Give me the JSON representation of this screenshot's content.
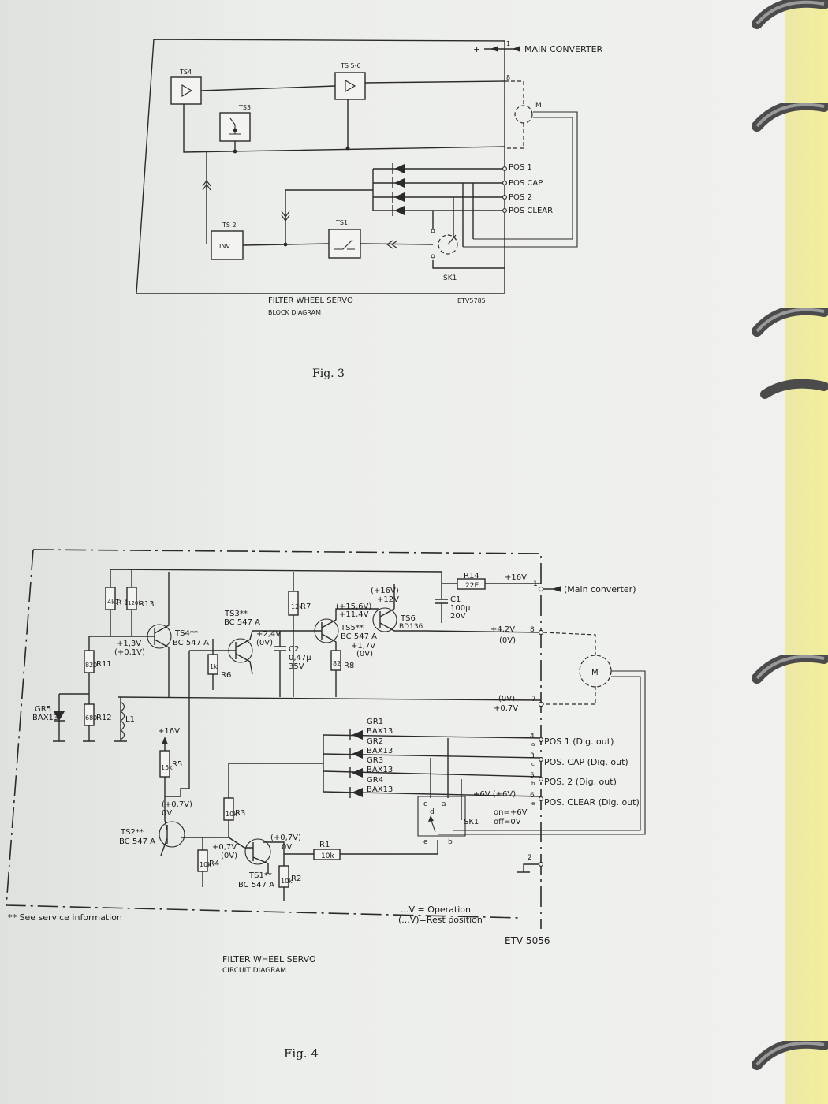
{
  "fig3": {
    "caption": "Fig. 3",
    "title": "FILTER WHEEL SERVO",
    "subtitle": "BLOCK DIAGRAM",
    "code": "ETV5785",
    "main_converter": "MAIN CONVERTER",
    "pin_1": "1",
    "pin_8": "8",
    "motor": "M",
    "plus": "+",
    "ts4": "TS4",
    "ts56": "TS 5-6",
    "ts3": "TS3",
    "ts2": "TS 2",
    "inv": "INV.",
    "ts1": "TS1",
    "sk1": "SK1",
    "outputs": [
      "POS 1",
      "POS CAP",
      "POS 2",
      "POS CLEAR"
    ]
  },
  "fig4": {
    "caption": "Fig. 4",
    "title": "FILTER WHEEL SERVO",
    "subtitle": "CIRCUIT DIAGRAM",
    "code": "ETV 5056",
    "footnote": "** See service information",
    "legend_1": "...V = Operation",
    "legend_2": "(...V)=Rest position",
    "main_converter": "(Main converter)",
    "r14": "R14",
    "r14_val": "22E",
    "plus16": "+16V",
    "c1": "C1",
    "c1_val": "100μ",
    "c1_v": "20V",
    "ts6": "TS6",
    "ts6_type": "BD136",
    "v_16a": "(+16V)",
    "v_12": "+12V",
    "v_15_6": "(+15,6V)",
    "v_11_4": "+11,4V",
    "ts5": "TS5**",
    "ts5_type": "BC 547 A",
    "v_1_7": "+1,7V",
    "v_0_ts5": "(0V)",
    "r7": "R7",
    "r7_val": "12k",
    "ts3": "TS3**",
    "ts3_type": "BC 547 A",
    "v_2_4": "+2,4V",
    "v_0_ts3": "(0V)",
    "c2": "C2",
    "c2_val": "0,47μ",
    "c2_v": "35V",
    "r8": "R8",
    "r8_val": "82",
    "ts4": "TS4**",
    "ts4_type": "BC 547 A",
    "v_1_3": "+1,3V",
    "v_0_1": "(+0,1V)",
    "r10": "R 10",
    "r10_val": "4k7",
    "r13": "R13",
    "r13_val": "120k",
    "r11": "R11",
    "r11_val": "820",
    "r6": "R6",
    "r6_val": "1k",
    "gr5": "GR5",
    "gr5_type": "BAX13",
    "r12": "R12",
    "r12_val": "680",
    "l1": "L1",
    "v_4_2": "+4,2V",
    "v_0_8": "(0V)",
    "pin_1": "1",
    "pin_8": "8",
    "pin_7": "7",
    "pin_2": "2",
    "motor": "M",
    "v_0_7p": "(0V)",
    "v_0_7": "+0,7V",
    "r5": "R5",
    "r5_val": "15k",
    "v_16b": "+16V",
    "gr1": "GR1",
    "gr2": "GR2",
    "gr3": "GR3",
    "gr4": "GR4",
    "bax": "BAX13",
    "outputs": [
      {
        "pin": "4",
        "sw": "a",
        "label": "POS 1 (Dig. out)"
      },
      {
        "pin": "3",
        "sw": "c",
        "label": "POS. CAP (Dig. out)"
      },
      {
        "pin": "5",
        "sw": "b",
        "label": "POS. 2 (Dig. out)"
      },
      {
        "pin": "6",
        "sw": "e",
        "label": "POS. CLEAR (Dig. out)"
      }
    ],
    "v_6": "+6V (+6V)",
    "on_off_1": "on=+6V",
    "on_off_2": "off=0V",
    "sk1": "SK1",
    "sw_c": "c",
    "sw_d": "d",
    "sw_a": "a",
    "sw_e": "e",
    "sw_b": "b",
    "r3": "R3",
    "r3_val": "10k",
    "v_0_7_ts2": "(+0,7V)",
    "v_0_ts2": "0V",
    "ts2": "TS2**",
    "ts2_type": "BC 547 A",
    "r4": "R4",
    "r4_val": "10k",
    "v_0_7_r4": "+0,7V",
    "v_0_r4": "(0V)",
    "ts1": "TS1**",
    "ts1_type": "BC 547 A",
    "v_0_7_ts1": "(+0,7V)",
    "v_0_ts1": "0V",
    "r1": "R1",
    "r1_val": "10k",
    "r2": "R2",
    "r2_val": "10k"
  }
}
